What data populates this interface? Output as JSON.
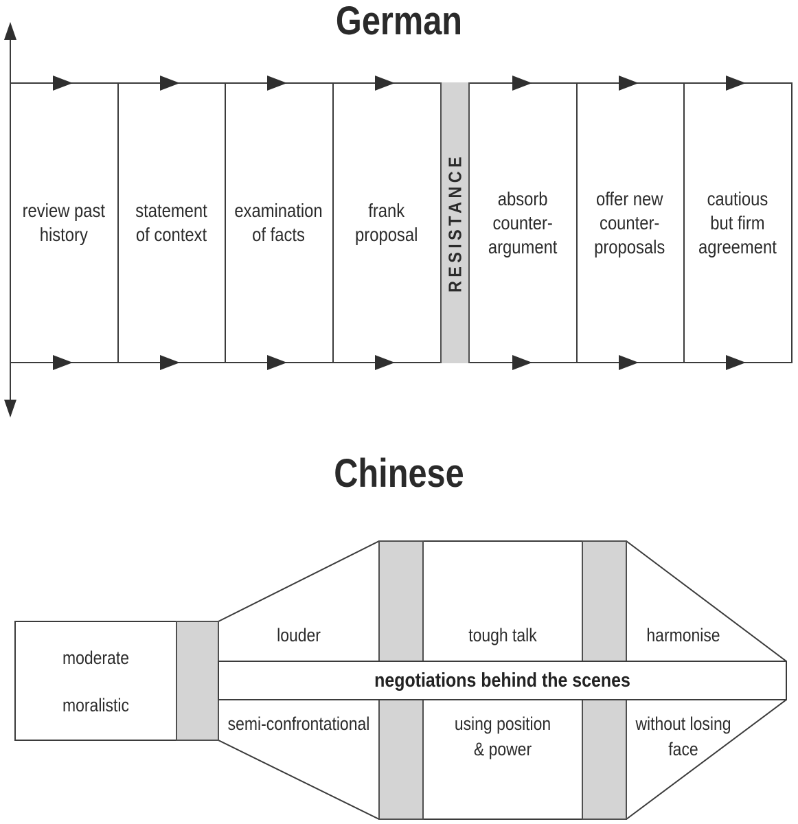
{
  "german": {
    "title": "German",
    "barrier_label": "RESISTANCE",
    "stages": [
      {
        "label": "review past\nhistory"
      },
      {
        "label": "statement\nof context"
      },
      {
        "label": "examination\nof facts"
      },
      {
        "label": "frank\nproposal"
      },
      {
        "label": "absorb\ncounter-\nargument"
      },
      {
        "label": "offer new\ncounter-\nproposals"
      },
      {
        "label": "cautious\nbut firm\nagreement"
      }
    ]
  },
  "chinese": {
    "title": "Chinese",
    "left_box": {
      "line1": "moderate",
      "line2": "moralistic"
    },
    "sections": [
      {
        "top": "louder",
        "bottom": "semi-confrontational"
      },
      {
        "top": "tough talk",
        "bottom": "using position\n& power"
      },
      {
        "top": "harmonise",
        "bottom": "without losing\nface"
      }
    ],
    "center_band": "negotiations behind the scenes"
  },
  "colors": {
    "bar_fill": "#d4d4d4",
    "line": "#3b3b3b",
    "text": "#2b2b2b"
  }
}
